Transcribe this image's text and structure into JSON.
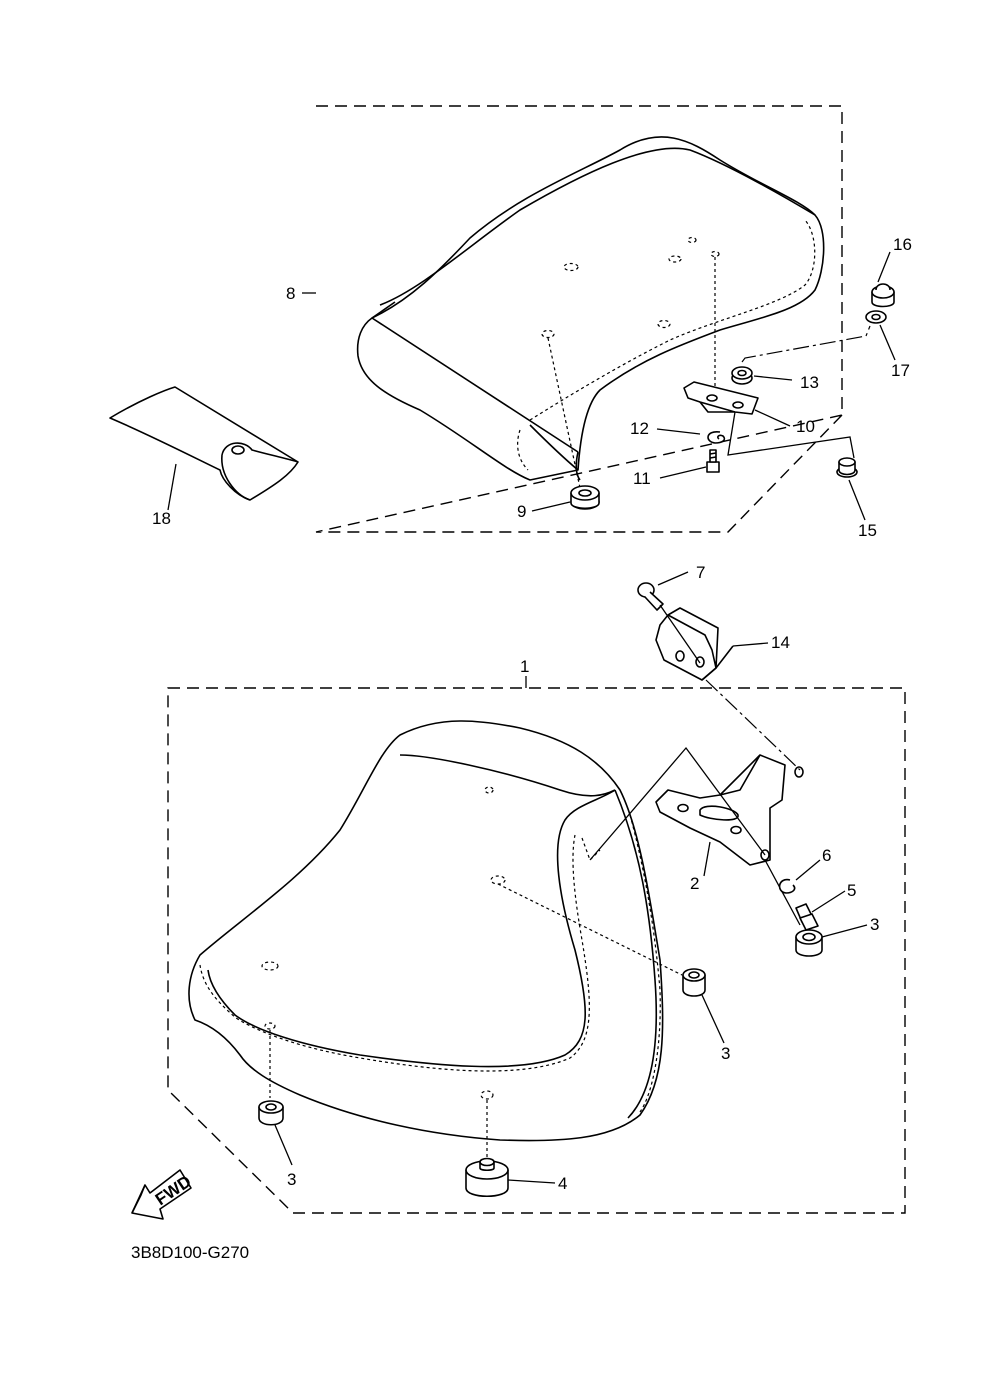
{
  "diagram_code": "3B8D100-G270",
  "fwd_label": "FWD",
  "callouts": {
    "c1": "1",
    "c2": "2",
    "c3a": "3",
    "c3b": "3",
    "c3c": "3",
    "c4": "4",
    "c5": "5",
    "c6": "6",
    "c7": "7",
    "c8": "8",
    "c9": "9",
    "c10": "10",
    "c11": "11",
    "c12": "12",
    "c13": "13",
    "c14": "14",
    "c15": "15",
    "c16": "16",
    "c17": "17",
    "c18": "18"
  }
}
